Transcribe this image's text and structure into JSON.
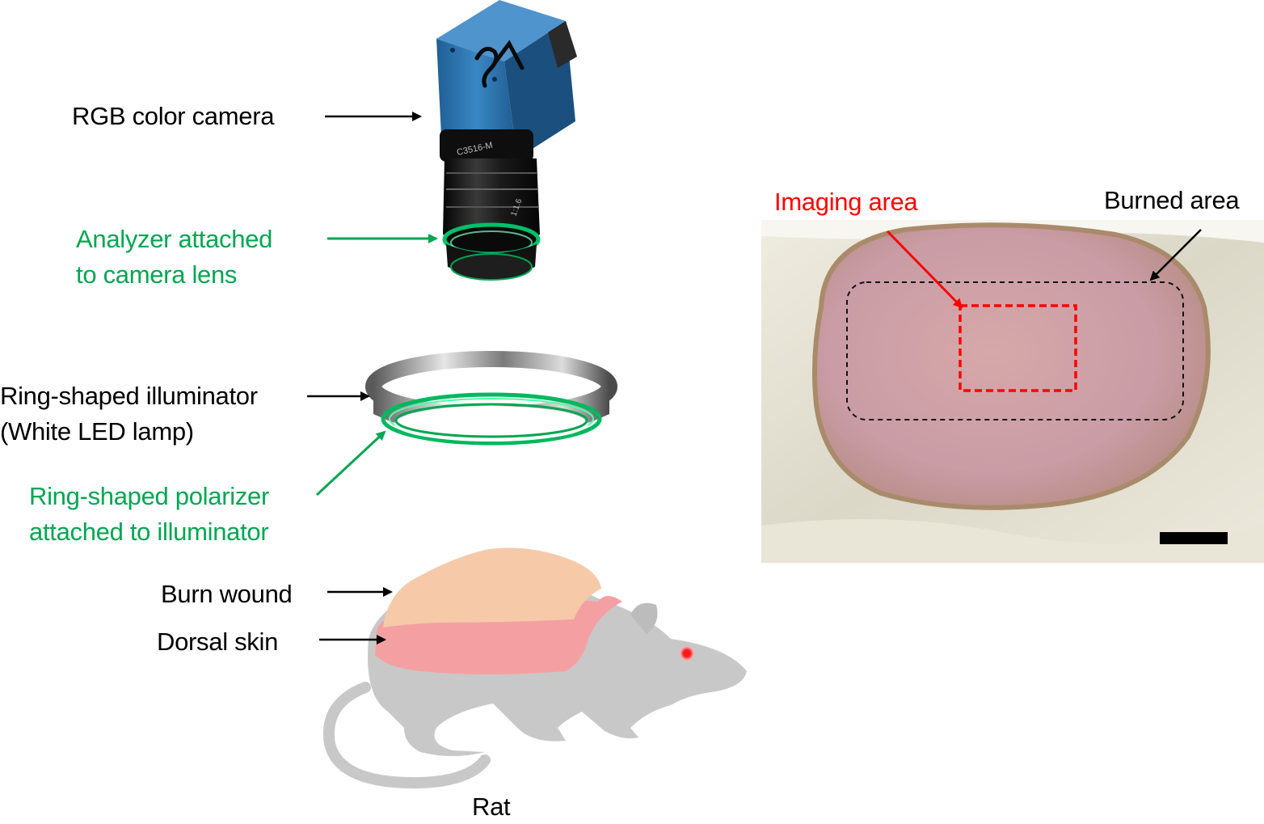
{
  "colors": {
    "label_black": "#000000",
    "label_green": "#00a651",
    "label_red": "#ff0000",
    "camera_blue": "#2f78b4",
    "lens_black": "#151515",
    "wound_peach": "#f6c9a8",
    "dorsal_pink": "#f4a0a2",
    "rat_gray": "#c8c8c8",
    "eye_red": "#ff1a1a",
    "scale_bar": "#000000"
  },
  "icons": {
    "camera": "rgb-camera-icon",
    "ring": "ring-illuminator-icon",
    "rat": "rat-silhouette-icon"
  },
  "labels": {
    "camera": "RGB color camera",
    "analyzer_line1": "Analyzer attached",
    "analyzer_line2": "to camera lens",
    "illuminator_line1": "Ring-shaped illuminator",
    "illuminator_line2": "(White LED lamp)",
    "polarizer_line1": "Ring-shaped polarizer",
    "polarizer_line2": "attached to illuminator",
    "burn_wound": "Burn wound",
    "dorsal_skin": "Dorsal skin",
    "rat": "Rat",
    "imaging_area": "Imaging area",
    "burned_area": "Burned area"
  }
}
